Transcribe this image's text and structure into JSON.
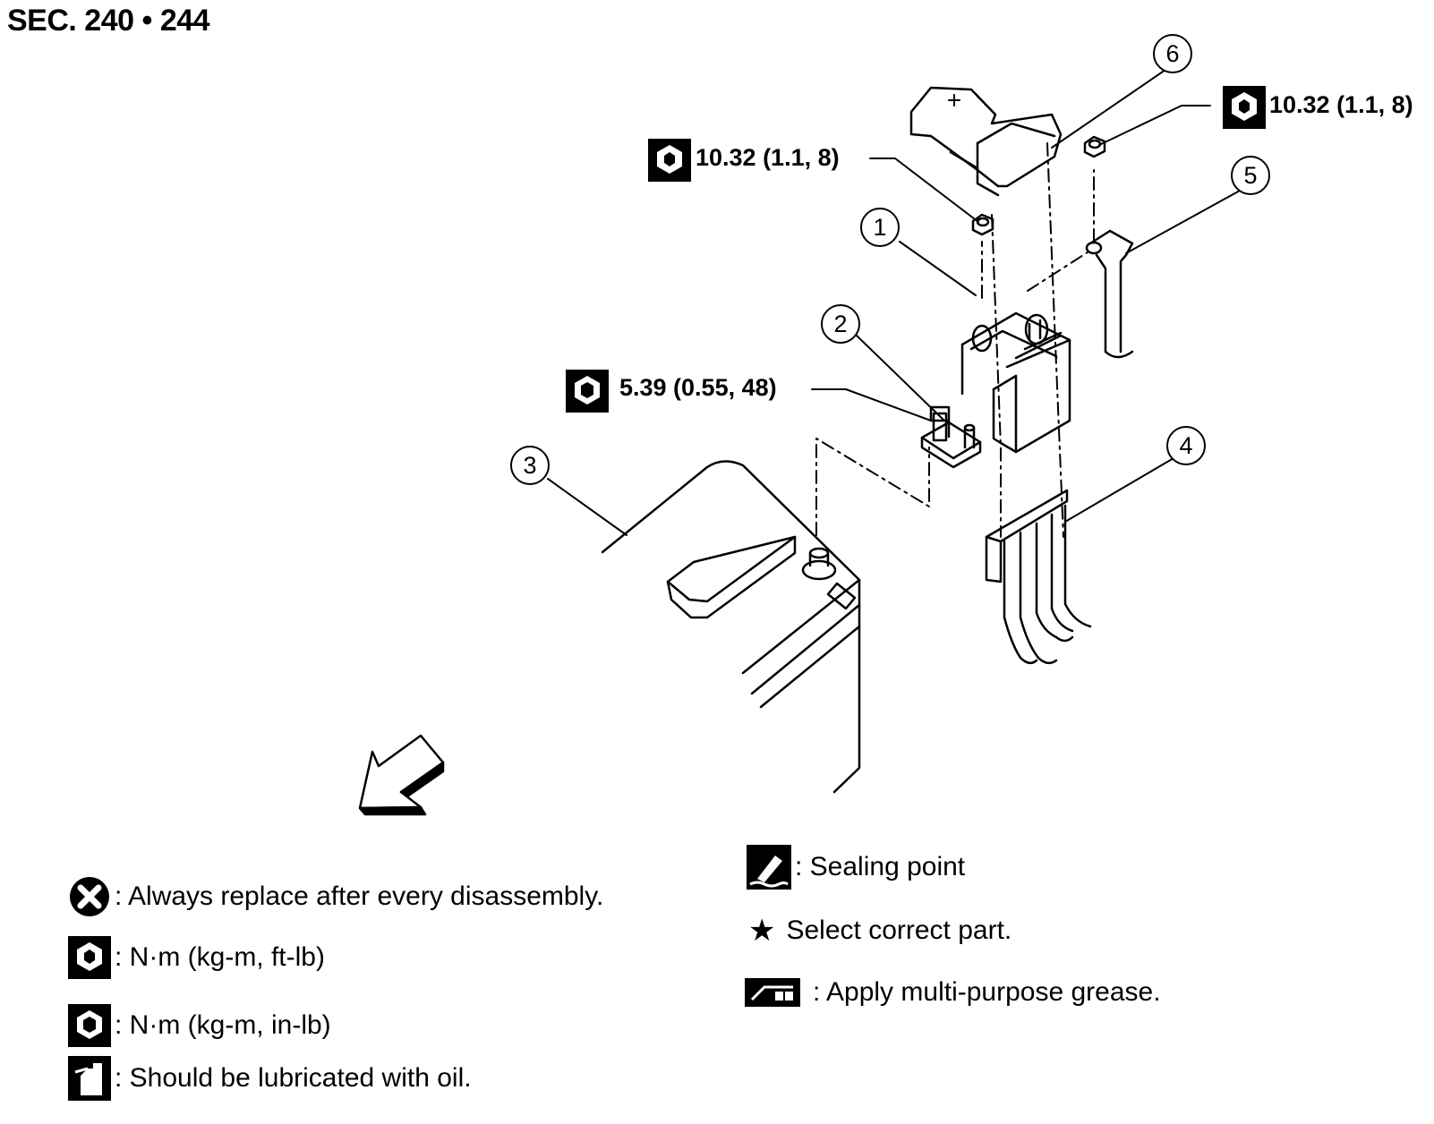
{
  "header": {
    "section": "SEC. 240 • 244"
  },
  "torque_specs": {
    "nut_left": "10.32 (1.1, 8)",
    "nut_right": "10.32 (1.1, 8)",
    "terminal": "5.39 (0.55, 48)"
  },
  "callouts": [
    "1",
    "2",
    "3",
    "4",
    "5",
    "6"
  ],
  "legend": {
    "replace": ": Always replace after every disassembly.",
    "torque_ft_lb": ": N·m (kg-m, ft-lb)",
    "torque_in_lb": ": N·m (kg-m, in-lb)",
    "oil": ": Should be lubricated with oil.",
    "sealing": ": Sealing point",
    "select_part": "Select correct part.",
    "grease": ": Apply multi-purpose grease."
  },
  "icons": [
    "replace-icon",
    "torque-wrench-icon",
    "torque-wrench-solid-icon",
    "oil-can-icon",
    "sealing-icon",
    "star-icon",
    "grease-icon",
    "front-arrow-icon"
  ]
}
